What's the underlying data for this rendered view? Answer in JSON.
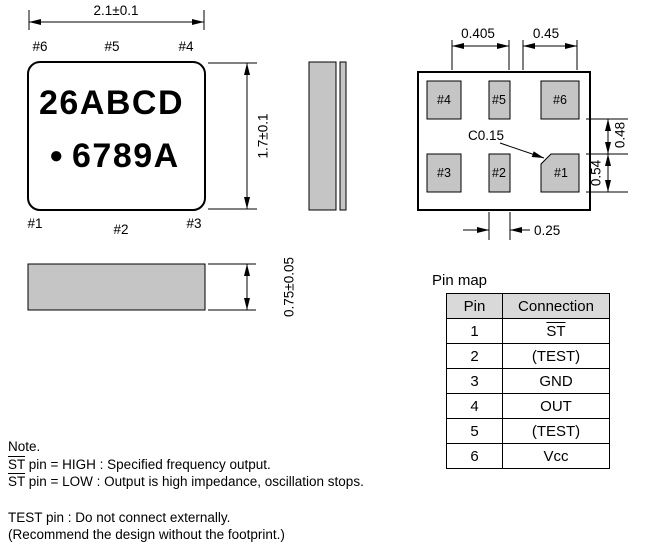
{
  "drawing": {
    "top_view": {
      "width_dim": "2.1±0.1",
      "height_dim": "1.7±0.1",
      "pin_labels_top": [
        "#6",
        "#5",
        "#4"
      ],
      "pin_labels_bottom": [
        "#1",
        "#2",
        "#3"
      ],
      "marking_line1": "26ABCD",
      "marking_dot": "●",
      "marking_line2": "6789A"
    },
    "front_view": {
      "thickness_dim": "0.75±0.05"
    },
    "bottom_view": {
      "dim_top_left": "0.405",
      "dim_top_right": "0.45",
      "chamfer_label": "C0.15",
      "dim_right_upper": "0.48",
      "dim_right_lower": "0.54",
      "dim_bottom": "0.25",
      "pad_labels_top": [
        "#4",
        "#5",
        "#6"
      ],
      "pad_labels_bottom": [
        "#3",
        "#2",
        "#1"
      ]
    }
  },
  "pin_map": {
    "title": "Pin map",
    "headers": [
      "Pin",
      "Connection"
    ],
    "rows": [
      {
        "pin": "1",
        "connection": "ST"
      },
      {
        "pin": "2",
        "connection": "(TEST)"
      },
      {
        "pin": "3",
        "connection": "GND"
      },
      {
        "pin": "4",
        "connection": "OUT"
      },
      {
        "pin": "5",
        "connection": "(TEST)"
      },
      {
        "pin": "6",
        "connection": "Vcc"
      }
    ]
  },
  "notes": {
    "title": "Note.",
    "st_label": "ST",
    "st_high_rest": " pin = HIGH : Specified frequency output.",
    "st_low_rest": " pin = LOW : Output is high impedance, oscillation stops.",
    "test_note": "TEST pin : Do not connect externally.",
    "recommend_note": "(Recommend the design without the footprint.)"
  },
  "colors": {
    "pad_fill": "#c5c5c5",
    "header_bg": "#d9d9d9",
    "line": "#000000"
  }
}
